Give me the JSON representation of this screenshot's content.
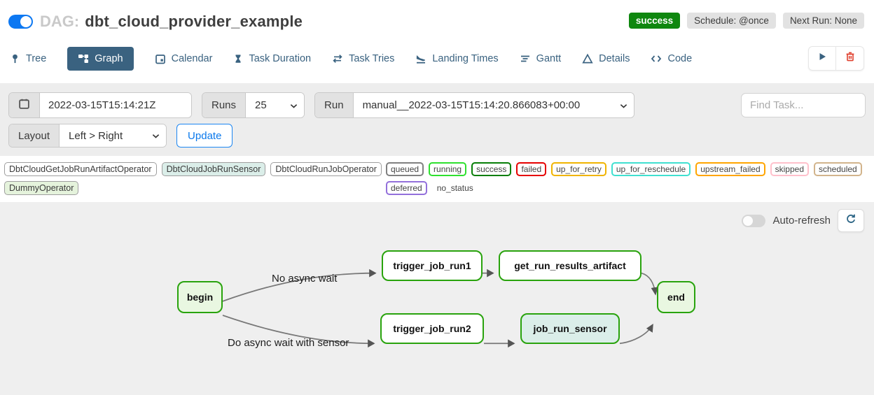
{
  "header": {
    "dag_label": "DAG:",
    "dag_name": "dbt_cloud_provider_example",
    "status_badge": "success",
    "schedule_badge": "Schedule: @once",
    "next_run_badge": "Next Run: None"
  },
  "tabs": {
    "tree": "Tree",
    "graph": "Graph",
    "calendar": "Calendar",
    "task_duration": "Task Duration",
    "task_tries": "Task Tries",
    "landing_times": "Landing Times",
    "gantt": "Gantt",
    "details": "Details",
    "code": "Code"
  },
  "filters": {
    "base_date_value": "2022-03-15T15:14:21Z",
    "runs_label": "Runs",
    "runs_selected": "25",
    "run_label": "Run",
    "run_selected": "manual__2022-03-15T15:14:20.866083+00:00",
    "find_task_placeholder": "Find Task...",
    "layout_label": "Layout",
    "layout_selected": "Left > Right",
    "update_button": "Update"
  },
  "legend": {
    "operators": [
      {
        "label": "DbtCloudGetJobRunArtifactOperator",
        "fill": "#ffffff"
      },
      {
        "label": "DbtCloudJobRunSensor",
        "fill": "#dbeee9"
      },
      {
        "label": "DbtCloudRunJobOperator",
        "fill": "#ffffff"
      },
      {
        "label": "DummyOperator",
        "fill": "#e5f3dc"
      }
    ],
    "statuses": [
      {
        "label": "queued",
        "color": "#808080"
      },
      {
        "label": "running",
        "color": "#2ee02e"
      },
      {
        "label": "success",
        "color": "#077e07"
      },
      {
        "label": "failed",
        "color": "#e60000"
      },
      {
        "label": "up_for_retry",
        "color": "#f0b400"
      },
      {
        "label": "up_for_reschedule",
        "color": "#40e0d0"
      },
      {
        "label": "upstream_failed",
        "color": "#ffa500"
      },
      {
        "label": "skipped",
        "color": "#ffc0cb"
      },
      {
        "label": "scheduled",
        "color": "#d2b48c"
      },
      {
        "label": "deferred",
        "color": "#9370db"
      },
      {
        "label": "no_status",
        "color": "transparent"
      }
    ]
  },
  "graph_panel": {
    "auto_refresh_label": "Auto-refresh",
    "node_border_color": "#29a30d",
    "edge_labels": [
      {
        "text": "No async wait"
      },
      {
        "text": "Do async wait with sensor"
      }
    ],
    "nodes": [
      {
        "id": "begin",
        "label": "begin",
        "fill": "#e9f7e1"
      },
      {
        "id": "trigger_job_run1",
        "label": "trigger_job_run1",
        "fill": "#ffffff"
      },
      {
        "id": "get_run_results_artifact",
        "label": "get_run_results_artifact",
        "fill": "#ffffff"
      },
      {
        "id": "trigger_job_run2",
        "label": "trigger_job_run2",
        "fill": "#ffffff"
      },
      {
        "id": "job_run_sensor",
        "label": "job_run_sensor",
        "fill": "#dbeee9"
      },
      {
        "id": "end",
        "label": "end",
        "fill": "#e9f7e1"
      }
    ]
  }
}
